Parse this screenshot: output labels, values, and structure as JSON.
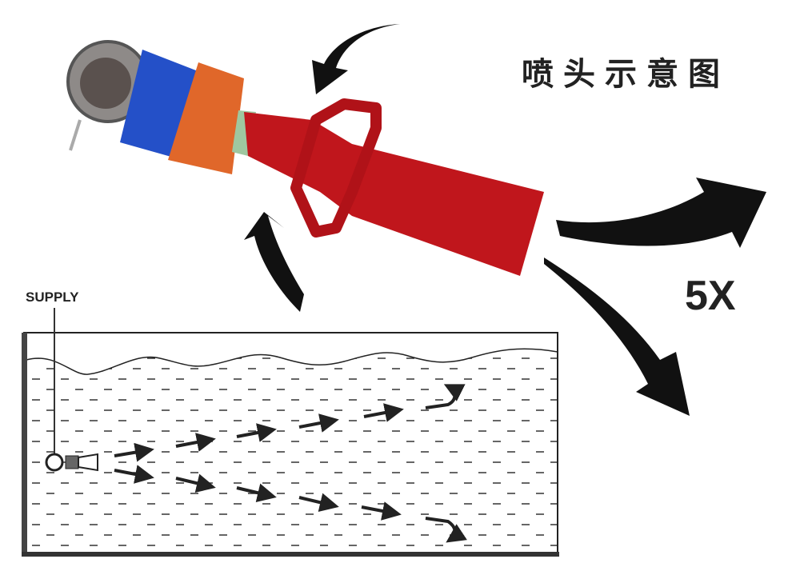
{
  "title": "喷头示意图",
  "supply_label": "SUPPLY",
  "magnification_label": "5X",
  "colors": {
    "nozzle_red": "#c0161c",
    "nut_orange": "#e0672a",
    "body_blue": "#2450c8",
    "arrow_black": "#111111"
  }
}
